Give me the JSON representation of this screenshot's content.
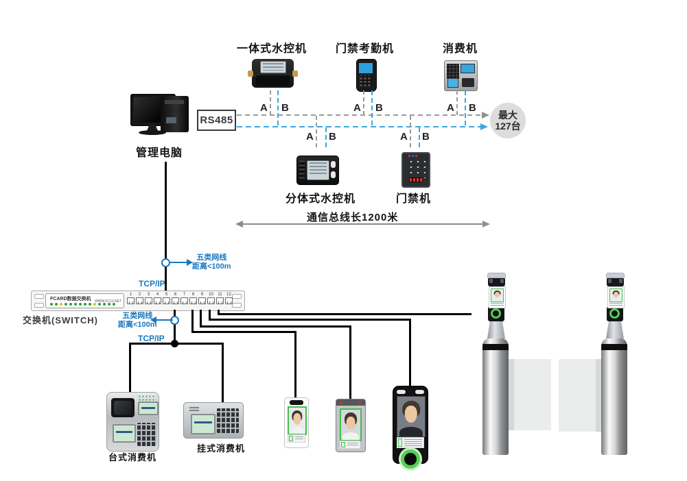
{
  "colors": {
    "bus_a_gray": "#9a9a9a",
    "bus_b_blue": "#3AA7E3",
    "annotation_blue": "#1878BE",
    "cable_black": "#000000",
    "max_circle_bg": "#DCDCDC",
    "green_accent": "#43BD4E"
  },
  "top_devices": [
    {
      "label": "一体式水控机"
    },
    {
      "label": "门禁考勤机"
    },
    {
      "label": "消费机"
    }
  ],
  "computer": {
    "label": "管理电脑"
  },
  "rs485": {
    "label": "RS485"
  },
  "bus": {
    "wire_a": "A",
    "wire_b": "B",
    "max_line1": "最大",
    "max_line2": "127台",
    "length_label": "通信总线长1200米"
  },
  "mid_devices": [
    {
      "label": "分体式水控机"
    },
    {
      "label": "门禁机"
    }
  ],
  "network": {
    "tcpip": "TCP/IP",
    "cat5_line1": "五类网线",
    "cat5_line2": "距离<100m"
  },
  "switch": {
    "label": "交换机(SWITCH)",
    "panel_title": "FCARD数据交换机",
    "panel_url": "WWW.FC12.NET",
    "ports": [
      "1",
      "2",
      "3",
      "4",
      "5",
      "6",
      "7",
      "8",
      "9",
      "10",
      "11",
      "12"
    ],
    "leds": [
      "#2f9e3f",
      "#2f9e3f",
      "#d9c525",
      "#2f9e3f",
      "#2f9e3f",
      "#2f9e3f",
      "#2f9e3f",
      "#2f9e3f",
      "#2f9e3f",
      "#d9c525",
      "#2f9e3f",
      "#2f9e3f",
      "#2f9e3f",
      "#2f9e3f"
    ]
  },
  "bottom_devices": [
    {
      "label": "台式消费机"
    },
    {
      "label": "挂式消费机"
    }
  ]
}
